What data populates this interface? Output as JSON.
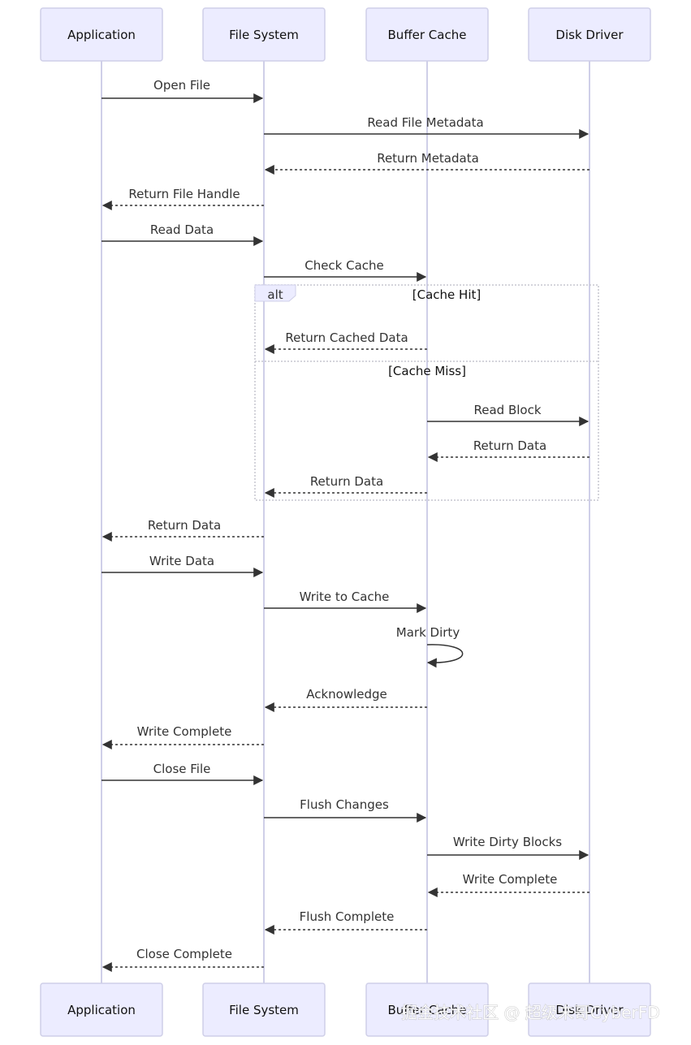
{
  "diagram": {
    "type": "sequence",
    "participants": [
      {
        "id": "app",
        "label": "Application"
      },
      {
        "id": "fs",
        "label": "File System"
      },
      {
        "id": "bc",
        "label": "Buffer Cache"
      },
      {
        "id": "dd",
        "label": "Disk Driver"
      }
    ],
    "messages": [
      {
        "from": "app",
        "to": "fs",
        "label": "Open File",
        "style": "solid"
      },
      {
        "from": "fs",
        "to": "dd",
        "label": "Read File Metadata",
        "style": "solid"
      },
      {
        "from": "dd",
        "to": "fs",
        "label": "Return Metadata",
        "style": "dashed"
      },
      {
        "from": "fs",
        "to": "app",
        "label": "Return File Handle",
        "style": "dashed"
      },
      {
        "from": "app",
        "to": "fs",
        "label": "Read Data",
        "style": "solid"
      },
      {
        "from": "fs",
        "to": "bc",
        "label": "Check Cache",
        "style": "solid"
      },
      {
        "from": "bc",
        "to": "fs",
        "label": "Return Cached Data",
        "style": "dashed"
      },
      {
        "from": "bc",
        "to": "dd",
        "label": "Read Block",
        "style": "solid"
      },
      {
        "from": "dd",
        "to": "bc",
        "label": "Return Data",
        "style": "dashed"
      },
      {
        "from": "bc",
        "to": "fs",
        "label": "Return Data",
        "style": "dashed"
      },
      {
        "from": "fs",
        "to": "app",
        "label": "Return Data",
        "style": "dashed"
      },
      {
        "from": "app",
        "to": "fs",
        "label": "Write Data",
        "style": "solid"
      },
      {
        "from": "fs",
        "to": "bc",
        "label": "Write to Cache",
        "style": "solid"
      },
      {
        "from": "bc",
        "to": "bc",
        "label": "Mark Dirty",
        "style": "solid"
      },
      {
        "from": "bc",
        "to": "fs",
        "label": "Acknowledge",
        "style": "dashed"
      },
      {
        "from": "fs",
        "to": "app",
        "label": "Write Complete",
        "style": "dashed"
      },
      {
        "from": "app",
        "to": "fs",
        "label": "Close File",
        "style": "solid"
      },
      {
        "from": "fs",
        "to": "bc",
        "label": "Flush Changes",
        "style": "solid"
      },
      {
        "from": "bc",
        "to": "dd",
        "label": "Write Dirty Blocks",
        "style": "solid"
      },
      {
        "from": "dd",
        "to": "bc",
        "label": "Write Complete",
        "style": "dashed"
      },
      {
        "from": "bc",
        "to": "fs",
        "label": "Flush Complete",
        "style": "dashed"
      },
      {
        "from": "fs",
        "to": "app",
        "label": "Close Complete",
        "style": "dashed"
      }
    ],
    "alt_frame": {
      "keyword": "alt",
      "sections": [
        {
          "condition": "[Cache Hit]",
          "first_message": 6,
          "last_message": 6
        },
        {
          "condition": "[Cache Miss]",
          "first_message": 7,
          "last_message": 9
        }
      ]
    },
    "colors": {
      "actor_fill": "#ececff",
      "actor_border": "#cfcfe8",
      "lifeline": "#cfcfe8",
      "message": "#333333",
      "frame_border": "#c6c6cf"
    }
  },
  "watermark": "掘金技术社区 @ 超级未哥CyberFD"
}
